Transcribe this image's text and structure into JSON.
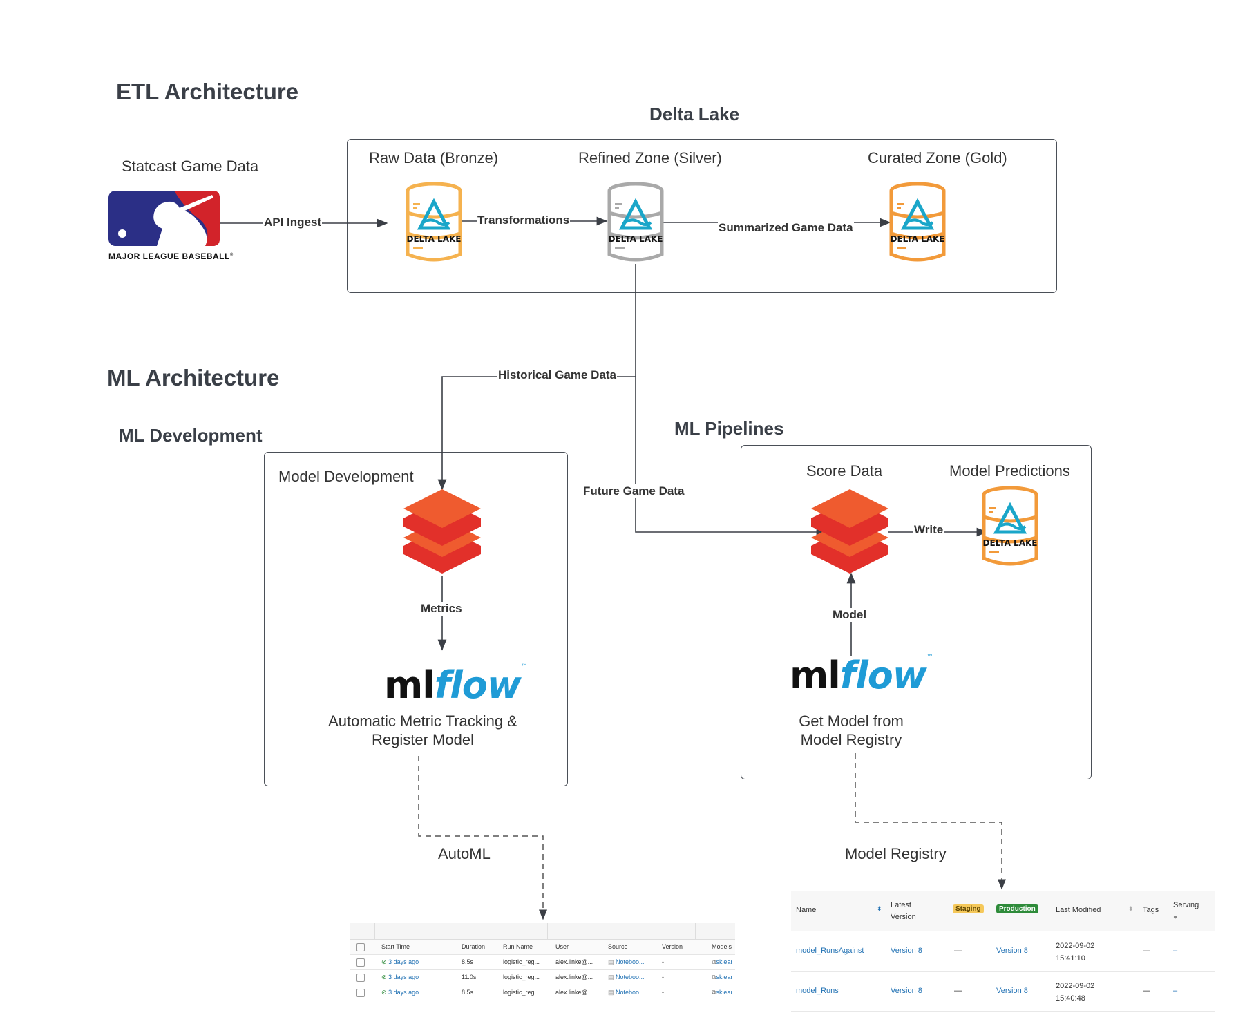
{
  "headings": {
    "etl": "ETL Architecture",
    "delta_lake": "Delta Lake",
    "ml": "ML Architecture",
    "ml_dev": "ML Development",
    "ml_pipelines": "ML Pipelines"
  },
  "source": {
    "title": "Statcast Game Data",
    "logo_text": "MAJOR LEAGUE BASEBALL",
    "logo_mark": "®"
  },
  "zones": {
    "bronze": "Raw Data (Bronze)",
    "silver": "Refined Zone (Silver)",
    "gold": "Curated Zone (Gold)",
    "icon_text": "DELTA LAKE"
  },
  "edges": {
    "api_ingest": "API Ingest",
    "transformations": "Transformations",
    "summarized": "Summarized Game Data",
    "historical": "Historical Game Data",
    "future": "Future Game Data",
    "metrics": "Metrics",
    "write": "Write",
    "model": "Model"
  },
  "dev": {
    "title": "Model Development",
    "caption1": "Automatic Metric Tracking &",
    "caption2": "Register Model"
  },
  "pipelines": {
    "score": "Score Data",
    "predictions": "Model Predictions",
    "caption1": "Get Model from",
    "caption2": "Model Registry"
  },
  "mlflow": {
    "ml": "ml",
    "flow": "flow",
    "tm": "™"
  },
  "automl": {
    "title": "AutoML",
    "columns": [
      "Start Time",
      "Duration",
      "Run Name",
      "User",
      "Source",
      "Version",
      "Models"
    ],
    "rows": [
      [
        "3 days ago",
        "8.5s",
        "logistic_reg...",
        "alex.linke@...",
        "Noteboo...",
        "-",
        "sklear"
      ],
      [
        "3 days ago",
        "11.0s",
        "logistic_reg...",
        "alex.linke@...",
        "Noteboo...",
        "-",
        "sklear"
      ],
      [
        "3 days ago",
        "8.5s",
        "logistic_reg...",
        "alex.linke@...",
        "Noteboo...",
        "-",
        "sklear"
      ]
    ]
  },
  "registry": {
    "title": "Model Registry",
    "columns": {
      "name": "Name",
      "latest_1": "Latest",
      "latest_2": "Version",
      "staging": "Staging",
      "production": "Production",
      "modified": "Last Modified",
      "tags": "Tags",
      "serving": "Serving"
    },
    "rows": [
      {
        "name": "model_RunsAgainst",
        "latest": "Version 8",
        "staging": "—",
        "production": "Version 8",
        "date": "2022-09-02",
        "time": "15:41:10",
        "tags": "—",
        "serving": "–"
      },
      {
        "name": "model_Runs",
        "latest": "Version 8",
        "staging": "—",
        "production": "Version 8",
        "date": "2022-09-02",
        "time": "15:40:48",
        "tags": "—",
        "serving": "–"
      }
    ]
  },
  "colors": {
    "bronze": "#f5b24f",
    "silver": "#a9a9a9",
    "gold": "#f29a3a",
    "delta_teal": "#1aa6c9",
    "databricks_top": "#ef5b2f",
    "databricks_bottom": "#e2302a",
    "mlb_blue": "#2b2f86",
    "mlb_red": "#d2232a",
    "line": "#3b3f46"
  }
}
